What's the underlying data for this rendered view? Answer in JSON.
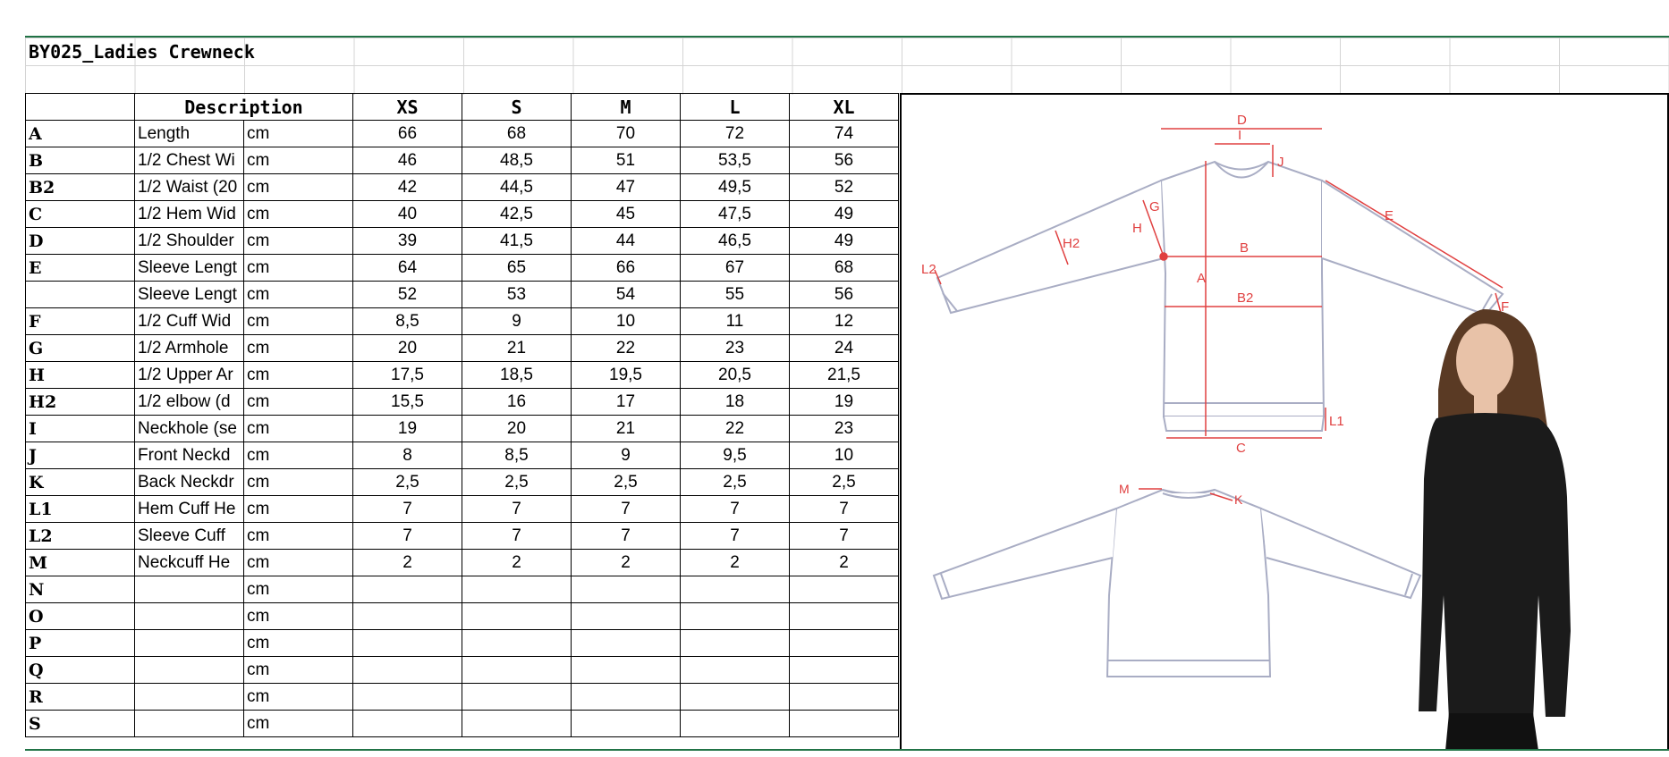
{
  "sheet": {
    "title": "BY025_Ladies Crewneck"
  },
  "table": {
    "headers": {
      "blank": "",
      "description": "Description",
      "unit_blank": "",
      "sizes": [
        "XS",
        "S",
        "M",
        "L",
        "XL"
      ]
    },
    "rows": [
      {
        "code": "A",
        "desc": "Length",
        "unit": "cm",
        "values": [
          "66",
          "68",
          "70",
          "72",
          "74"
        ]
      },
      {
        "code": "B",
        "desc": "1/2 Chest Wi",
        "unit": "cm",
        "values": [
          "46",
          "48,5",
          "51",
          "53,5",
          "56"
        ]
      },
      {
        "code": "B2",
        "desc": "1/2 Waist (20",
        "unit": "cm",
        "values": [
          "42",
          "44,5",
          "47",
          "49,5",
          "52"
        ]
      },
      {
        "code": "C",
        "desc": "1/2 Hem Wid",
        "unit": "cm",
        "values": [
          "40",
          "42,5",
          "45",
          "47,5",
          "49"
        ]
      },
      {
        "code": "D",
        "desc": "1/2 Shoulder",
        "unit": "cm",
        "values": [
          "39",
          "41,5",
          "44",
          "46,5",
          "49"
        ]
      },
      {
        "code": "E",
        "desc": "Sleeve Lengt",
        "unit": "cm",
        "values": [
          "64",
          "65",
          "66",
          "67",
          "68"
        ]
      },
      {
        "code": "",
        "desc": "Sleeve Lengt",
        "unit": "cm",
        "values": [
          "52",
          "53",
          "54",
          "55",
          "56"
        ]
      },
      {
        "code": "F",
        "desc": "1/2 Cuff Wid",
        "unit": "cm",
        "values": [
          "8,5",
          "9",
          "10",
          "11",
          "12"
        ]
      },
      {
        "code": "G",
        "desc": "1/2 Armhole",
        "unit": "cm",
        "values": [
          "20",
          "21",
          "22",
          "23",
          "24"
        ]
      },
      {
        "code": "H",
        "desc": "1/2 Upper Ar",
        "unit": "cm",
        "values": [
          "17,5",
          "18,5",
          "19,5",
          "20,5",
          "21,5"
        ]
      },
      {
        "code": "H2",
        "desc": "1/2 elbow (d",
        "unit": "cm",
        "values": [
          "15,5",
          "16",
          "17",
          "18",
          "19"
        ]
      },
      {
        "code": "I",
        "desc": "Neckhole (se",
        "unit": "cm",
        "values": [
          "19",
          "20",
          "21",
          "22",
          "23"
        ]
      },
      {
        "code": "J",
        "desc": "Front Neckd",
        "unit": "cm",
        "values": [
          "8",
          "8,5",
          "9",
          "9,5",
          "10"
        ]
      },
      {
        "code": "K",
        "desc": "Back Neckdr",
        "unit": "cm",
        "values": [
          "2,5",
          "2,5",
          "2,5",
          "2,5",
          "2,5"
        ]
      },
      {
        "code": "L1",
        "desc": "Hem Cuff He",
        "unit": "cm",
        "values": [
          "7",
          "7",
          "7",
          "7",
          "7"
        ]
      },
      {
        "code": "L2",
        "desc": "Sleeve Cuff",
        "unit": "cm",
        "values": [
          "7",
          "7",
          "7",
          "7",
          "7"
        ]
      },
      {
        "code": "M",
        "desc": "Neckcuff He",
        "unit": "cm",
        "values": [
          "2",
          "2",
          "2",
          "2",
          "2"
        ]
      },
      {
        "code": "N",
        "desc": "",
        "unit": "cm",
        "values": [
          "",
          "",
          "",
          "",
          ""
        ]
      },
      {
        "code": "O",
        "desc": "",
        "unit": "cm",
        "values": [
          "",
          "",
          "",
          "",
          ""
        ]
      },
      {
        "code": "P",
        "desc": "",
        "unit": "cm",
        "values": [
          "",
          "",
          "",
          "",
          ""
        ]
      },
      {
        "code": "Q",
        "desc": "",
        "unit": "cm",
        "values": [
          "",
          "",
          "",
          "",
          ""
        ]
      },
      {
        "code": "R",
        "desc": "",
        "unit": "cm",
        "values": [
          "",
          "",
          "",
          "",
          ""
        ]
      },
      {
        "code": "S",
        "desc": "",
        "unit": "cm",
        "values": [
          "",
          "",
          "",
          "",
          ""
        ]
      }
    ]
  },
  "drawing": {
    "labels": {
      "A": "A",
      "B": "B",
      "B2": "B2",
      "C": "C",
      "D": "D",
      "E": "E",
      "F": "F",
      "G": "G",
      "H": "H",
      "H2": "H2",
      "I": "I",
      "J": "J",
      "K": "K",
      "L1": "L1",
      "L2": "L2",
      "M": "M"
    },
    "colors": {
      "measure": "#e04040",
      "garment_outline": "#a9adc4",
      "garment_fill": "#ffffff",
      "model_top": "#1b1b1b",
      "model_hair": "#5a3a24",
      "model_skin": "#e8c2a8"
    }
  }
}
